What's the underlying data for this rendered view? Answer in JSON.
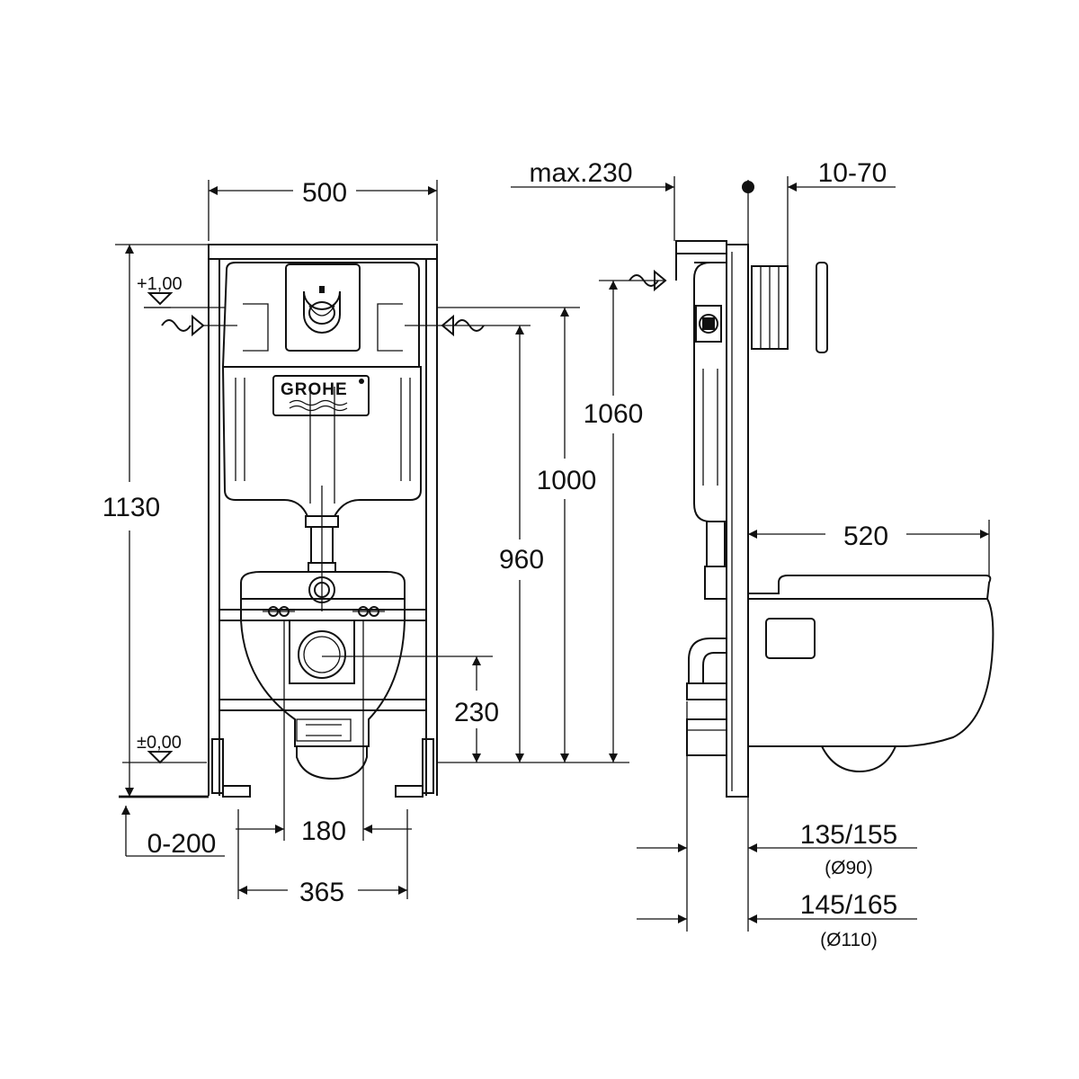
{
  "diagram": {
    "logo_text": "GROHE",
    "front_view": {
      "dimensions": {
        "frame_width": "500",
        "total_height": "1130",
        "inlet_height": "1000",
        "outlet_height": "960",
        "top_height": "1060",
        "drain_height": "230",
        "feet_adjust": "0-200",
        "bolt_spacing": "180",
        "bowl_width": "365"
      },
      "level_marks": {
        "upper": "+1,00",
        "lower": "±0,00"
      }
    },
    "side_view": {
      "dimensions": {
        "max_depth": "max.230",
        "wall_thickness": "10-70",
        "bowl_projection": "520",
        "pipe_90": "135/155",
        "pipe_90_diameter": "(Ø90)",
        "pipe_110": "145/165",
        "pipe_110_diameter": "(Ø110)"
      }
    }
  }
}
